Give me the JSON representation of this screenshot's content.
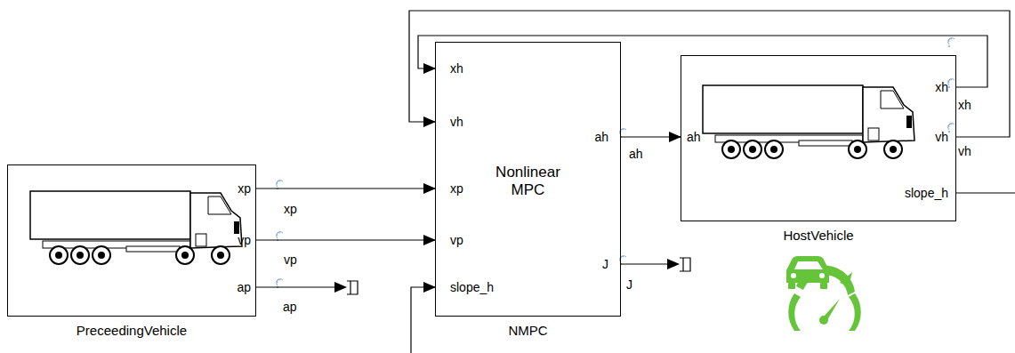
{
  "diagram": {
    "nodes": [
      {
        "text": [
          "PreceedingVehicle"
        ]
      },
      {
        "text": [
          "Nonlinear MPC",
          "NMPC"
        ]
      },
      {
        "text": [
          "HostVehicle"
        ]
      }
    ],
    "edges": [
      {
        "from": 0,
        "to": 1,
        "arrow": "to",
        "label": "xp"
      },
      {
        "from": 0,
        "to": 1,
        "arrow": "to",
        "label": "vp"
      },
      {
        "from": 1,
        "to": 2,
        "arrow": "to",
        "label": "ah"
      },
      {
        "from": 2,
        "to": 1,
        "arrow": "to",
        "label": "xh"
      },
      {
        "from": 2,
        "to": 1,
        "arrow": "to",
        "label": "vh"
      },
      {
        "from": 2,
        "to": 1,
        "arrow": "to"
      }
    ],
    "labels": [
      "xp",
      "vp",
      "ap",
      "ap",
      "xh",
      "vh",
      "xp",
      "vp",
      "slope_h",
      "ah",
      "J",
      "J",
      "ah",
      "xh",
      "vh",
      "slope_h"
    ]
  }
}
